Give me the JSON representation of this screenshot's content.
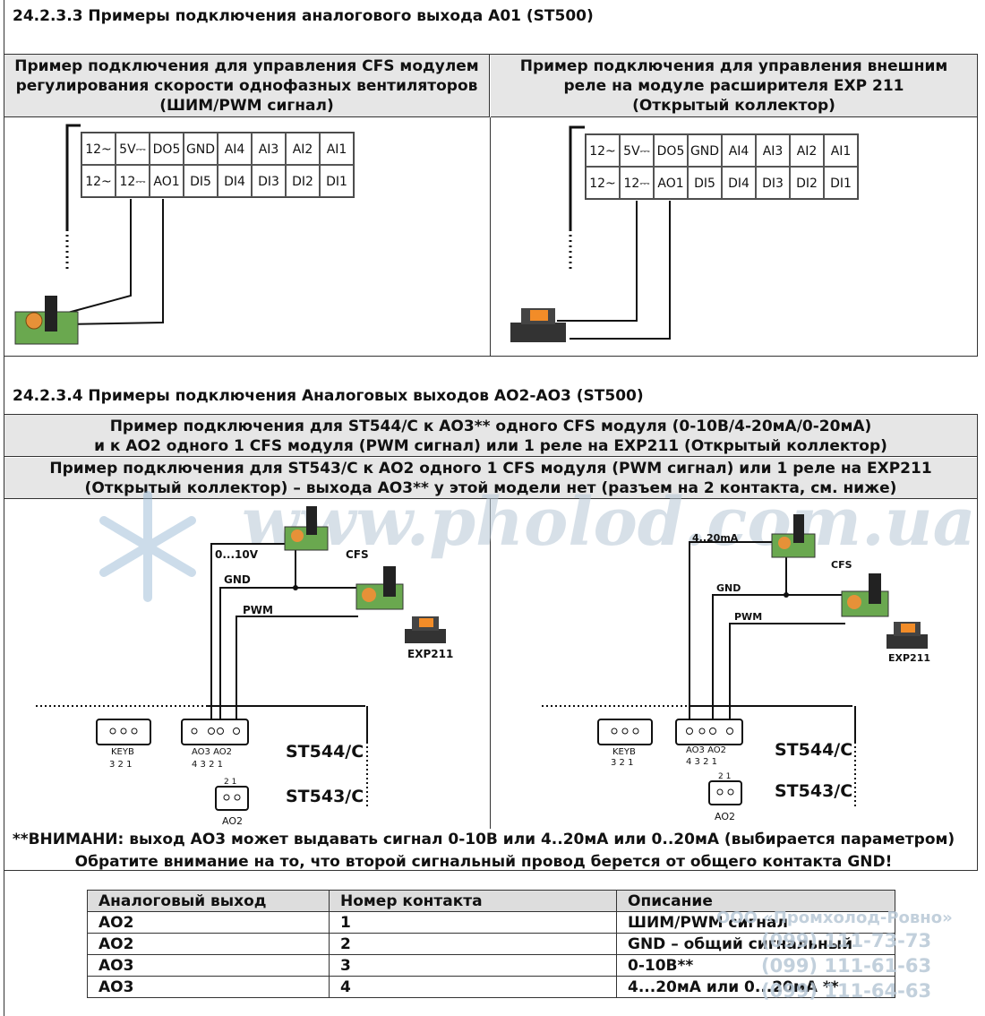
{
  "sec1": {
    "title": "24.2.3.3    Примеры подключения аналогового выхода A01 (ST500)",
    "left_header": [
      "Пример подключения для управления CFS модулем",
      "регулирования скорости однофазных вентиляторов",
      "(ШИМ/PWM сигнал)"
    ],
    "right_header": [
      "Пример подключения для управления внешним",
      "реле  на модуле расширителя EXP 211",
      "(Открытый коллектор)"
    ],
    "terminal_top": [
      "12~",
      "5V⎓",
      "DO5",
      "GND",
      "AI4",
      "AI3",
      "AI2",
      "AI1"
    ],
    "terminal_bottom": [
      "12~",
      "12⎓",
      "AO1",
      "DI5",
      "DI4",
      "DI3",
      "DI2",
      "DI1"
    ]
  },
  "sec2": {
    "title": "24.2.3.4    Примеры подключения Аналоговых выходов AO2-AO3 (ST500)",
    "header1": [
      "Пример подключения для  ST544/C к AO3** одного CFS модуля (0-10В/4-20мА/0-20мА)",
      "и к AO2 одного 1 CFS модуля (PWM сигнал) или 1 реле на EXP211 (Открытый коллектор)"
    ],
    "header2": [
      "Пример подключения для  ST543/C к AO2 одного 1 CFS модуля (PWM сигнал) или 1 реле на EXP211",
      "(Открытый коллектор) – выхода AO3** у этой модели нет (разъем на 2 контакта, см. ниже)"
    ],
    "left": {
      "sig": "0...10V",
      "gnd": "GND",
      "pwm": "PWM",
      "cfs": "CFS",
      "exp": "EXP211",
      "keyb": "KEYB",
      "keyb_nums": "3  2  1",
      "ao_label": "AO3 AO2",
      "ao_nums": "4  3  2  1",
      "ao2_nums": "2  1",
      "ao2": "AO2",
      "m1": "ST544/C",
      "m2": "ST543/C"
    },
    "right": {
      "sig": "4..20mA",
      "gnd": "GND",
      "pwm": "PWM",
      "cfs": "CFS",
      "exp": "EXP211",
      "keyb": "KEYB",
      "keyb_nums": "3  2  1",
      "ao_label": "AO3 AO2",
      "ao_nums": "4  3  2  1",
      "ao2_nums": "2  1",
      "ao2": "AO2",
      "m1": "ST544/C",
      "m2": "ST543/C"
    }
  },
  "note": [
    "**ВНИМАНИ: выход AO3 может выдавать сигнал 0-10В или 4..20мА или 0..20мА (выбирается параметром)",
    "Обратите внимание на то, что второй сигнальный провод берется от общего контакта GND!"
  ],
  "table": {
    "headers": [
      "Аналоговый выход",
      "Номер контакта",
      "Описание"
    ],
    "rows": [
      [
        "AO2",
        "1",
        "ШИМ/PWM сигнал"
      ],
      [
        "AO2",
        "2",
        "GND – общий сигнальный"
      ],
      [
        "AO3",
        "3",
        "0-10В**"
      ],
      [
        "AO3",
        "4",
        "4...20мА или 0...20мА **"
      ]
    ]
  },
  "watermark": {
    "site": "www.pholod.com.ua",
    "company": "ООО «Промхолод-Ровно»",
    "phones": [
      "(099) 111-73-73",
      "(099) 111-61-63",
      "(099) 111-64-63"
    ]
  }
}
